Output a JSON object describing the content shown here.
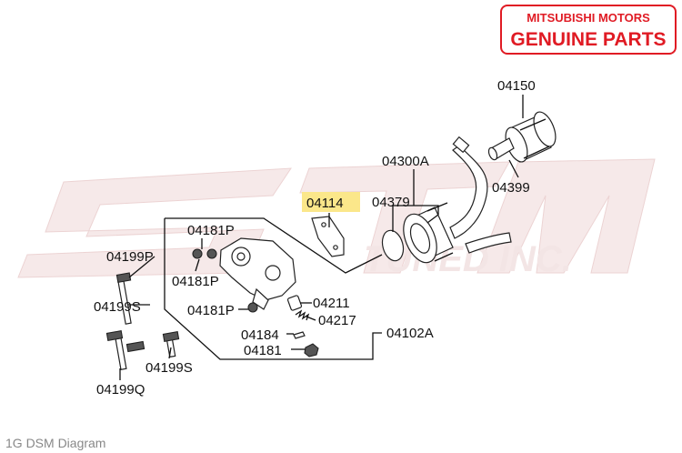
{
  "logo": {
    "line1": "MITSUBISHI MOTORS",
    "line2": "GENUINE PARTS",
    "color": "#e01b24"
  },
  "watermark": {
    "text": "TUNED INC."
  },
  "highlight_color": "#fbe78a",
  "parts": {
    "p04150": "04150",
    "p04300A": "04300A",
    "p04399": "04399",
    "p04114": "04114",
    "p04379": "04379",
    "p04181P_a": "04181P",
    "p04199P": "04199P",
    "p04181P_b": "04181P",
    "p04199S_a": "04199S",
    "p04181P_c": "04181P",
    "p04211": "04211",
    "p04217": "04217",
    "p04102A": "04102A",
    "p04184": "04184",
    "p04181": "04181",
    "p04199S_b": "04199S",
    "p04199Q": "04199Q"
  },
  "caption": "1G DSM Diagram"
}
